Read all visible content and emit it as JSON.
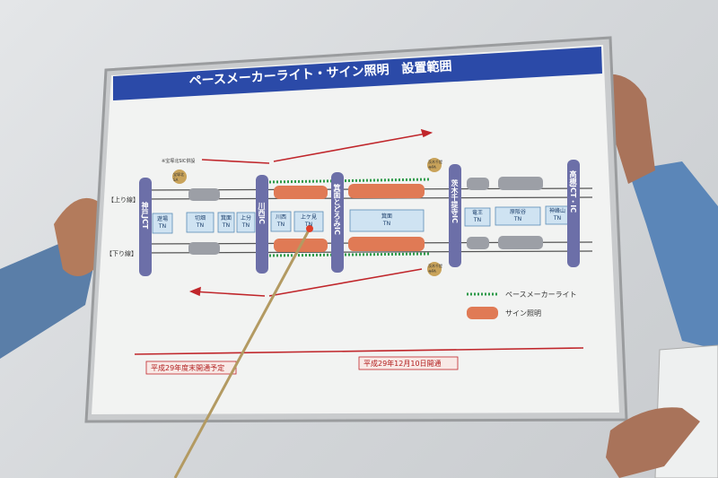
{
  "board": {
    "title": "ペースメーカーライト・サイン照明　設置範囲",
    "up_line": "【上り線】",
    "down_line": "【下り線】",
    "junctions": [
      {
        "label": "神戸JCT"
      },
      {
        "label": "川西IC"
      },
      {
        "label": "箕面とどろみIC"
      },
      {
        "label": "茨木千提寺IC"
      },
      {
        "label": "高槻JCT・IC"
      }
    ],
    "tunnels": [
      {
        "name": "遊場",
        "suffix": "TN"
      },
      {
        "name": "切畑",
        "suffix": "TN"
      },
      {
        "name": "箕面",
        "suffix": "TN"
      },
      {
        "name": "上分",
        "suffix": "TN"
      },
      {
        "name": "川西",
        "suffix": "TN"
      },
      {
        "name": "上ケ見",
        "suffix": "TN"
      },
      {
        "name": "箕面",
        "suffix": "TN"
      },
      {
        "name": "竜王",
        "suffix": "TN"
      },
      {
        "name": "原阪谷",
        "suffix": "TN"
      },
      {
        "name": "神峰山",
        "suffix": "TN"
      }
    ],
    "pa_labels": [
      "宝塚北SA",
      "茨木千提寺PA",
      "茨木千提寺PA"
    ],
    "small_note": "※宝塚北SIC併設",
    "note_left": "平成29年度末開通予定",
    "note_right": "平成29年12月10日開通",
    "legend_pacemaker": "ペースメーカーライト",
    "legend_sign": "サイン照明"
  },
  "colors": {
    "title_bar": "#2b4aa8",
    "arrow": "#c0262b",
    "pacemaker": "#2e9a4a",
    "sign": "#e07a55",
    "junction": "#6c6fa8"
  }
}
